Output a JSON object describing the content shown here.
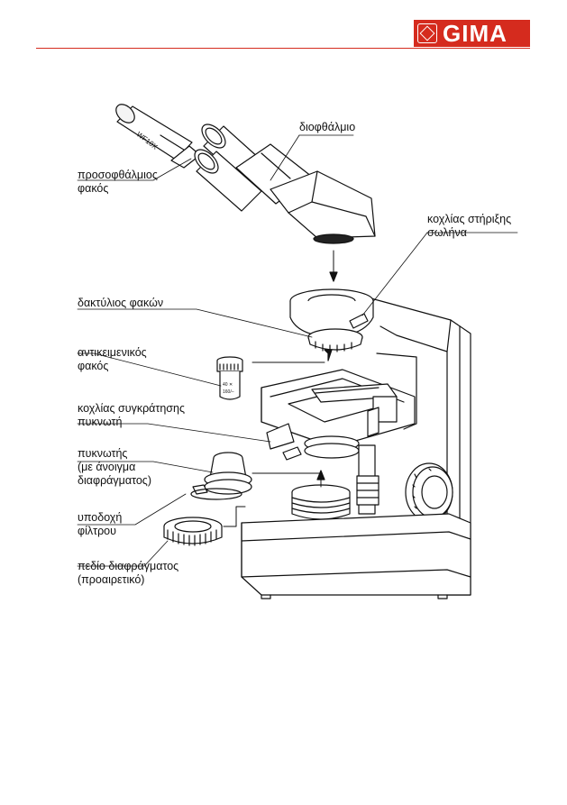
{
  "header": {
    "logo_text": "GIMA",
    "brand_color": "#d52b1e"
  },
  "diagram": {
    "labels": {
      "eyepiece": [
        "προσοφθάλμιος",
        "φακός"
      ],
      "binocular_head": [
        "διοφθάλμιο"
      ],
      "tube_screw": [
        "κοχλίας στήριξης",
        "σωλήνα"
      ],
      "nosepiece": [
        "δακτύλιος φακών"
      ],
      "objective": [
        "αντικειμενικός",
        "φακός"
      ],
      "condenser_screw": [
        "κοχλίας συγκράτησης",
        "πυκνωτή"
      ],
      "condenser": [
        "πυκνωτής",
        "(με άνοιγμα",
        "διαφράγματος)"
      ],
      "filter_holder": [
        "υποδοχή",
        "φίλτρου"
      ],
      "field_diaphragm": [
        "πεδίο διαφράγματος",
        "(προαιρετικό)"
      ]
    },
    "eyepiece_marking": "WF10X",
    "objective_marking": [
      "40 ✕",
      "160/–"
    ]
  }
}
